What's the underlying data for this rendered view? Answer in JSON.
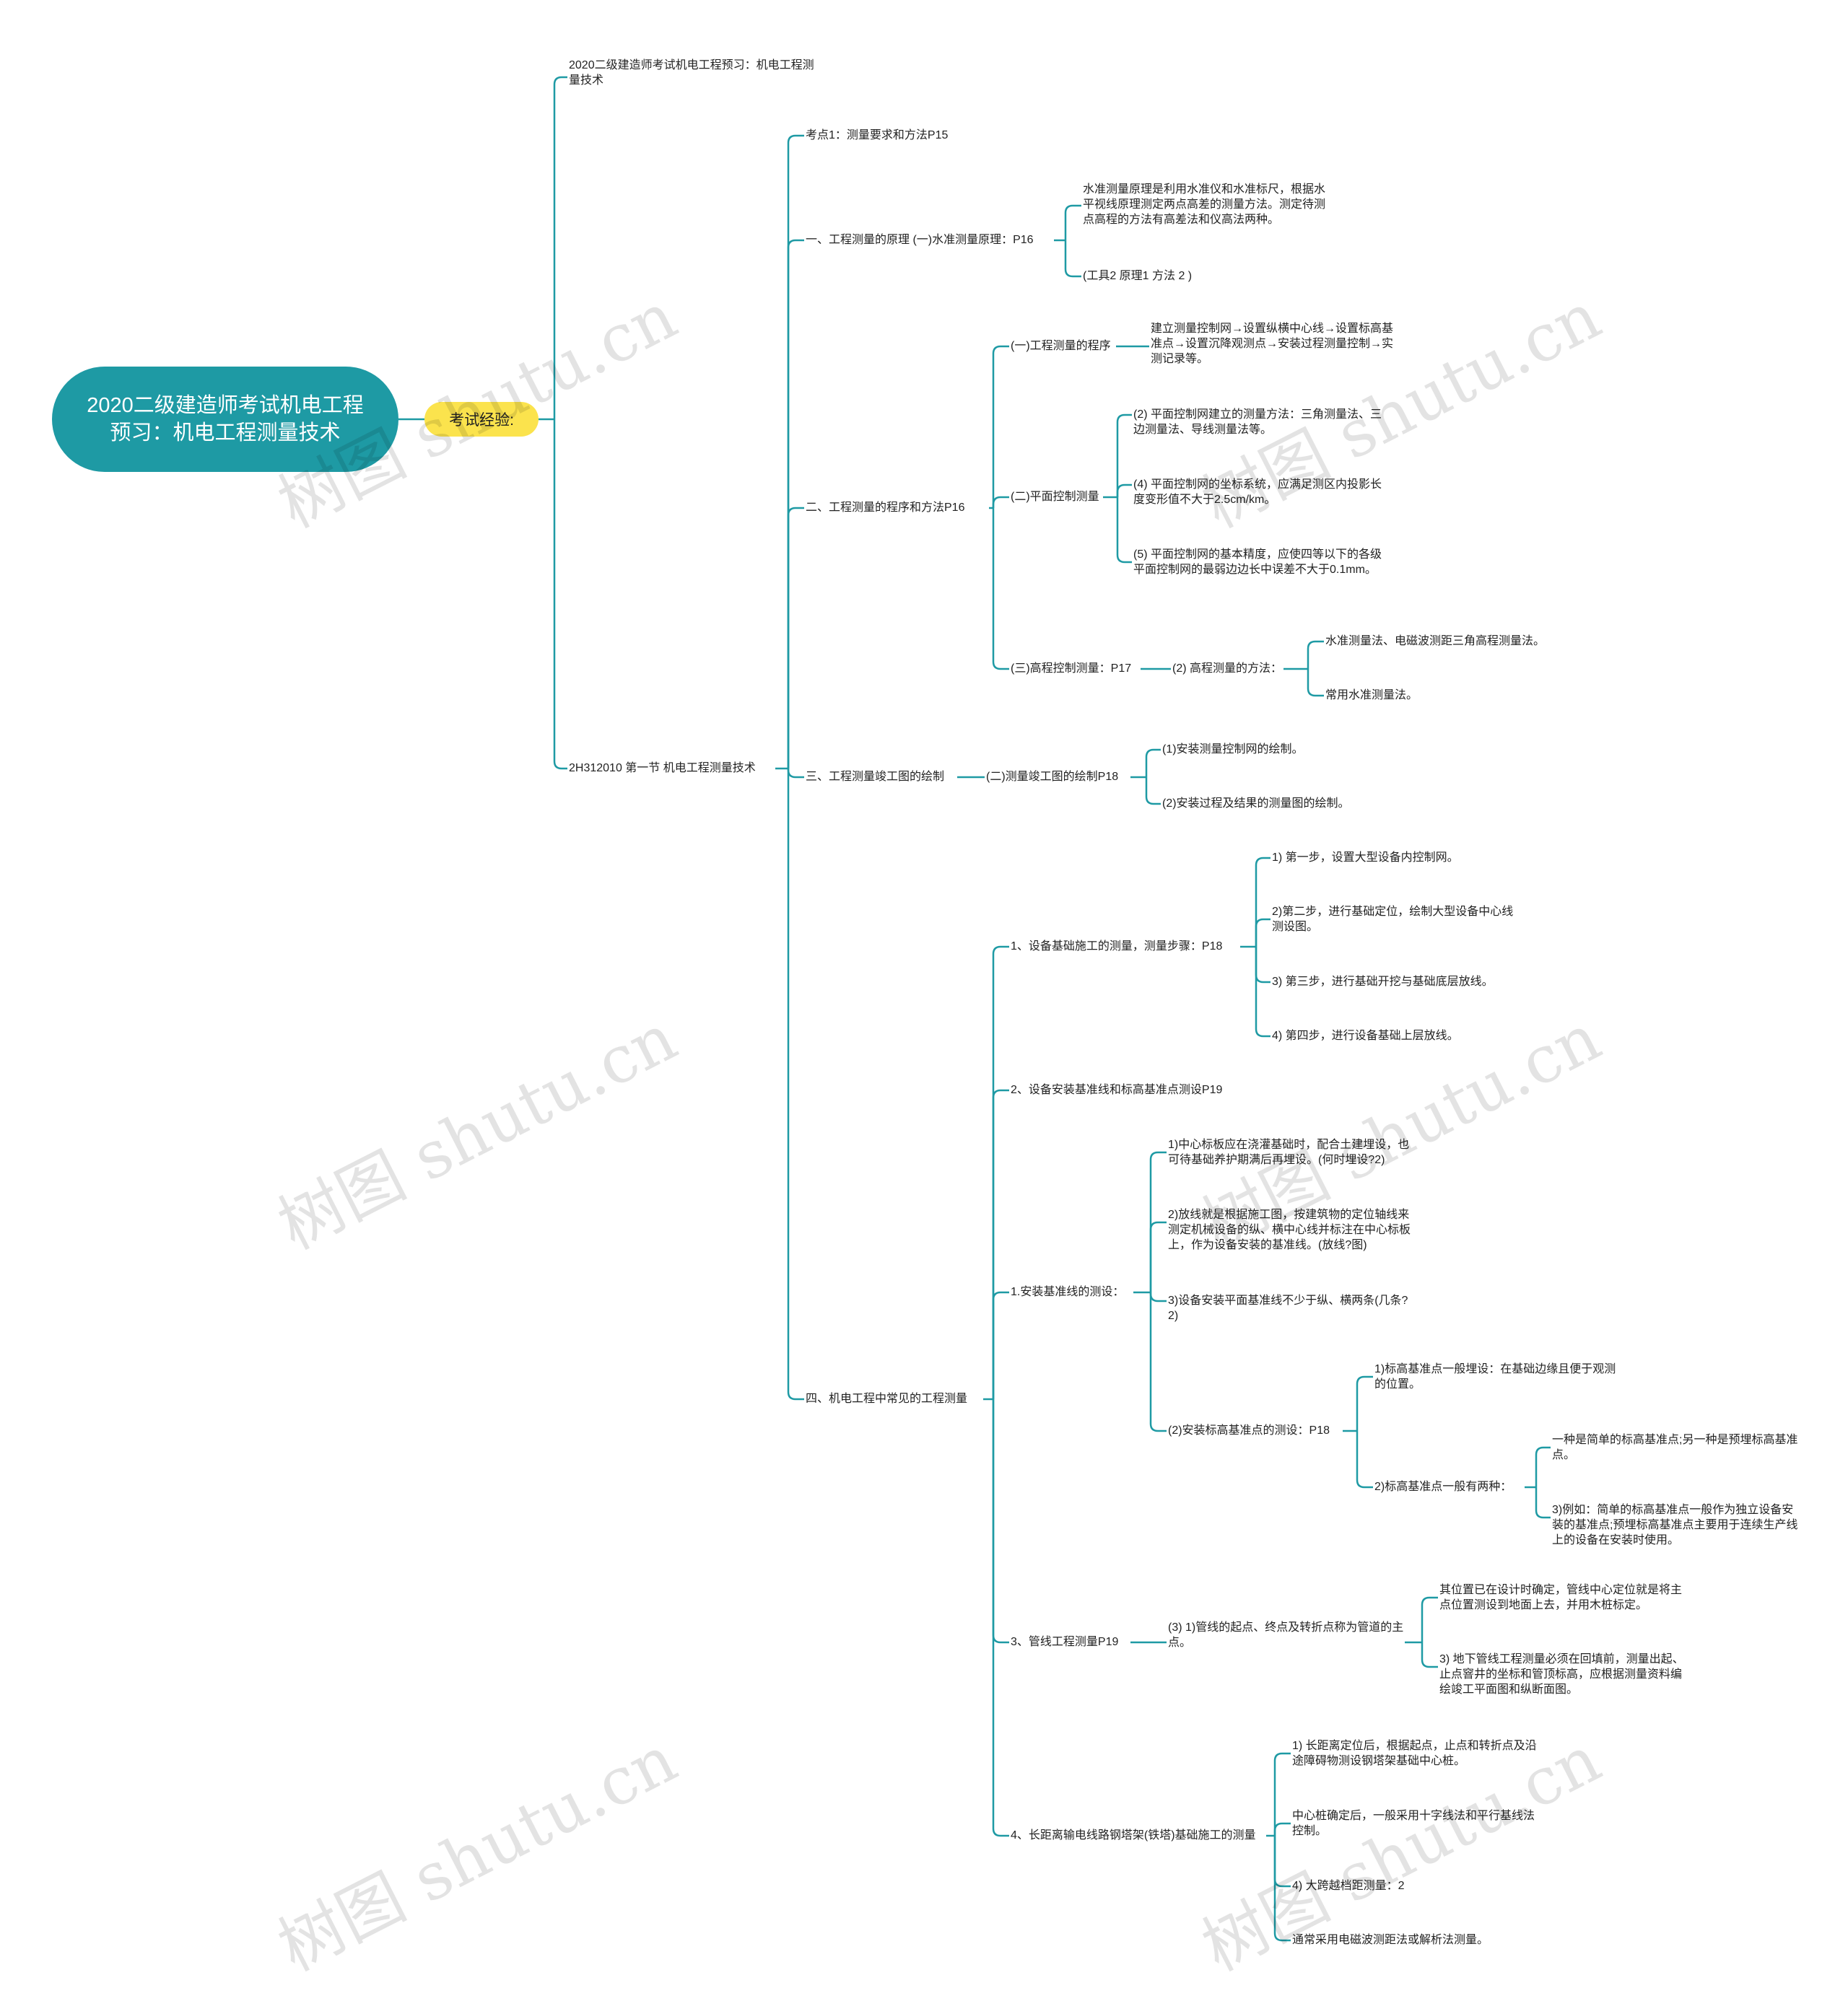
{
  "colors": {
    "root_bg": "#1e9aa4",
    "pill_bg": "#fbe34d",
    "line": "#1e9aa4"
  },
  "root": {
    "label": "2020二级建造师考试机电工程预习：机电工程测量技术"
  },
  "level1": {
    "label": "考试经验:"
  },
  "watermark": "树图 shutu.cn",
  "nodes": {
    "a1": "2020二级建造师考试机电工程预习：机电工程测量技术",
    "a2": "2H312010 第一节 机电工程测量技术",
    "b1": "考点1：测量要求和方法P15",
    "b2": "一、工程测量的原理 (一)水准测量原理：P16",
    "b3": "二、工程测量的程序和方法P16",
    "b4": "三、工程测量竣工图的绘制",
    "b5": "四、机电工程中常见的工程测量",
    "c1": "水准测量原理是利用水准仪和水准标尺，根据水平视线原理测定两点高差的测量方法。测定待测点高程的方法有高差法和仪高法两种。",
    "c2": "(工具2 原理1 方法 2 )",
    "d1": "(一)工程测量的程序",
    "d1a": "建立测量控制网→设置纵横中心线→设置标高基准点→设置沉降观测点→安装过程测量控制→实测记录等。",
    "d2": "(二)平面控制测量",
    "d2a": "(2) 平面控制网建立的测量方法：三角测量法、三边测量法、导线测量法等。",
    "d2b": "(4) 平面控制网的坐标系统，应满足测区内投影长度变形值不大于2.5cm/km。",
    "d2c": "(5) 平面控制网的基本精度，应使四等以下的各级平面控制网的最弱边边长中误差不大于0.1mm。",
    "d3": "(三)高程控制测量：P17",
    "d3a": "(2) 高程测量的方法：",
    "d3a1": "水准测量法、电磁波测距三角高程测量法。",
    "d3a2": "常用水准测量法。",
    "e1": "(二)测量竣工图的绘制P18",
    "e1a": "(1)安装测量控制网的绘制。",
    "e1b": "(2)安装过程及结果的测量图的绘制。",
    "f1": "1、设备基础施工的测量，测量步骤：P18",
    "f1a": "1) 第一步，设置大型设备内控制网。",
    "f1b": "2)第二步，进行基础定位，绘制大型设备中心线测设图。",
    "f1c": "3) 第三步，进行基础开挖与基础底层放线。",
    "f1d": "4) 第四步，进行设备基础上层放线。",
    "f2": "2、设备安装基准线和标高基准点测设P19",
    "f3": "1.安装基准线的测设：",
    "f3a": "1)中心标板应在浇灌基础时，配合土建埋设，也可待基础养护期满后再埋设。(何时埋设?2)",
    "f3b": "2)放线就是根据施工图，按建筑物的定位轴线来测定机械设备的纵、横中心线并标注在中心标板上，作为设备安装的基准线。(放线?图)",
    "f3c": "3)设备安装平面基准线不少于纵、横两条(几条?2)",
    "f3d": "(2)安装标高基准点的测设：P18",
    "f3d1": "1)标高基准点一般埋设：在基础边缘且便于观测的位置。",
    "f3d2": "2)标高基准点一般有两种：",
    "f3d2a": "一种是简单的标高基准点;另一种是预埋标高基准点。",
    "f3d2b": "3)例如：简单的标高基准点一般作为独立设备安装的基准点;预埋标高基准点主要用于连续生产线上的设备在安装时使用。",
    "f4": "3、管线工程测量P19",
    "f4a": "(3) 1)管线的起点、终点及转折点称为管道的主点。",
    "f4a1": "其位置已在设计时确定，管线中心定位就是将主点位置测设到地面上去，并用木桩标定。",
    "f4a2": "3) 地下管线工程测量必须在回填前，测量出起、止点窨井的坐标和管顶标高，应根据测量资料编绘竣工平面图和纵断面图。",
    "f5": "4、长距离输电线路钢塔架(铁塔)基础施工的测量",
    "f5a": "1) 长距离定位后，根据起点，止点和转折点及沿途障碍物测设钢塔架基础中心桩。",
    "f5b": "中心桩确定后，一般采用十字线法和平行基线法控制。",
    "f5c": "4) 大跨越档距测量：2",
    "f5d": "通常采用电磁波测距法或解析法测量。"
  }
}
